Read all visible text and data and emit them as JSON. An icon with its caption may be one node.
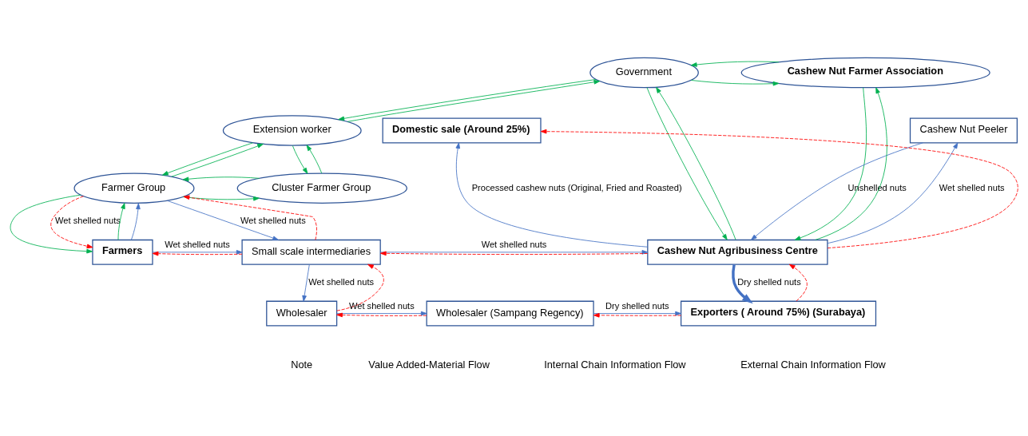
{
  "diagram": {
    "nodes": [
      {
        "text": [
          "Government"
        ]
      },
      {
        "text": [
          "Cashew Nut Farmer Association"
        ]
      },
      {
        "text": [
          "Extension worker"
        ]
      },
      {
        "text": [
          "Cluster Farmer Group"
        ]
      },
      {
        "text": [
          "Farmer Group"
        ]
      },
      {
        "text": [
          "Cashew Nut Peeler"
        ]
      },
      {
        "text": [
          "Domestic sale (Around 25%)"
        ]
      },
      {
        "text": [
          "Farmers"
        ]
      },
      {
        "text": [
          "Small scale intermediaries"
        ]
      },
      {
        "text": [
          "Cashew Nut Agribusiness Centre"
        ]
      },
      {
        "text": [
          "Wholesaler"
        ]
      },
      {
        "text": [
          "Wholesaler (Sampang Regency)"
        ]
      },
      {
        "text": [
          "Exporters ( Around 75%) (Surabaya)"
        ]
      }
    ],
    "edges": [
      {
        "from": 0,
        "to": 1,
        "arrow": "to"
      },
      {
        "from": 1,
        "to": 0,
        "arrow": "to"
      },
      {
        "from": 0,
        "to": 2,
        "arrow": "to"
      },
      {
        "from": 2,
        "to": 0,
        "arrow": "to"
      },
      {
        "from": 2,
        "to": 3,
        "arrow": "to"
      },
      {
        "from": 3,
        "to": 2,
        "arrow": "to"
      },
      {
        "from": 4,
        "to": 2,
        "arrow": "to"
      },
      {
        "from": 2,
        "to": 4,
        "arrow": "to"
      },
      {
        "from": 4,
        "to": 3,
        "arrow": "to"
      },
      {
        "from": 3,
        "to": 4,
        "arrow": "to"
      },
      {
        "from": 9,
        "to": 0,
        "arrow": "to"
      },
      {
        "from": 0,
        "to": 9,
        "arrow": "to"
      },
      {
        "from": 9,
        "to": 1,
        "arrow": "to"
      },
      {
        "from": 1,
        "to": 9,
        "arrow": "to"
      },
      {
        "from": 7,
        "to": 4,
        "arrow": "to"
      },
      {
        "from": 4,
        "to": 7,
        "arrow": "to"
      },
      {
        "from": 7,
        "to": 4,
        "arrow": "to",
        "color": "#4472c4"
      },
      {
        "from": 4,
        "to": 7,
        "label": "Wet shelled nuts",
        "arrow": "to",
        "style": "dashed",
        "color": "#ff0000"
      },
      {
        "from": 4,
        "to": 8,
        "label": "Wet shelled nuts",
        "arrow": "to",
        "color": "#4472c4"
      },
      {
        "from": 8,
        "to": 4,
        "arrow": "to",
        "style": "dashed",
        "color": "#ff0000"
      },
      {
        "from": 7,
        "to": 8,
        "label": "Wet shelled nuts",
        "arrow": "to",
        "color": "#4472c4"
      },
      {
        "from": 8,
        "to": 7,
        "arrow": "to",
        "style": "dashed",
        "color": "#ff0000"
      },
      {
        "from": 8,
        "to": 9,
        "label": "Wet shelled nuts",
        "arrow": "to",
        "color": "#4472c4"
      },
      {
        "from": 9,
        "to": 8,
        "arrow": "to",
        "style": "dashed",
        "color": "#ff0000"
      },
      {
        "from": 9,
        "to": 5,
        "label": "Wet shelled nuts",
        "arrow": "to",
        "color": "#4472c4"
      },
      {
        "from": 5,
        "to": 9,
        "label": "Unshelled nuts",
        "arrow": "to",
        "color": "#4472c4"
      },
      {
        "from": 9,
        "to": 6,
        "label": "Processed cashew nuts (Original, Fried and Roasted)",
        "arrow": "to",
        "color": "#4472c4"
      },
      {
        "from": 9,
        "to": 6,
        "arrow": "to",
        "style": "dashed",
        "color": "#ff0000"
      },
      {
        "from": 9,
        "to": 12,
        "label": "Dry shelled nuts",
        "arrow": "to",
        "style": "thick",
        "color": "#4472c4"
      },
      {
        "from": 12,
        "to": 9,
        "arrow": "to",
        "style": "dashed",
        "color": "#ff0000"
      },
      {
        "from": 8,
        "to": 10,
        "label": "Wet shelled nuts",
        "arrow": "to",
        "color": "#4472c4"
      },
      {
        "from": 10,
        "to": 8,
        "arrow": "to",
        "style": "dashed",
        "color": "#ff0000"
      },
      {
        "from": 10,
        "to": 11,
        "label": "Wet shelled nuts",
        "arrow": "to",
        "color": "#4472c4"
      },
      {
        "from": 11,
        "to": 10,
        "arrow": "to",
        "style": "dashed",
        "color": "#ff0000"
      },
      {
        "from": 11,
        "to": 12,
        "label": "Dry shelled nuts",
        "arrow": "to",
        "color": "#4472c4"
      },
      {
        "from": 12,
        "to": 11,
        "arrow": "to",
        "style": "dashed",
        "color": "#ff0000"
      }
    ],
    "labels": [
      "Note"
    ],
    "legend": [
      {
        "text": "Value Added-Material Flow"
      },
      {
        "text": "Internal Chain Information Flow"
      },
      {
        "text": "External Chain Information Flow"
      }
    ]
  }
}
